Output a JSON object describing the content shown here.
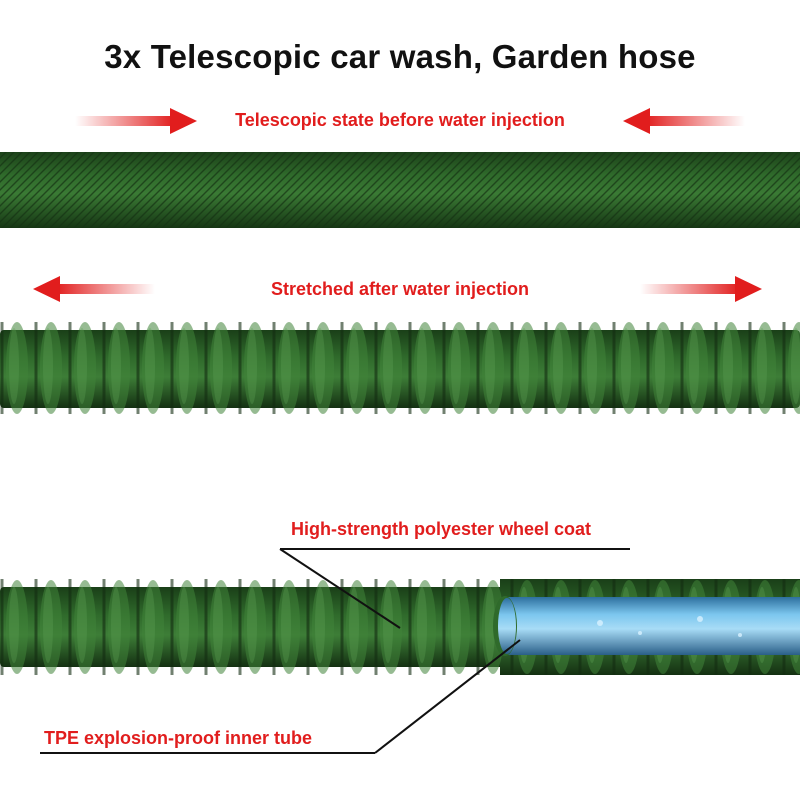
{
  "title": "3x Telescopic car wash, Garden hose",
  "captions": {
    "before": "Telescopic state before water injection",
    "after": "Stretched after water injection",
    "coat": "High-strength polyester wheel coat",
    "tube": "TPE explosion-proof inner tube"
  },
  "colors": {
    "hose_dark": "#1f4a1d",
    "hose_mid": "#2f6a2b",
    "hose_light": "#4c8c45",
    "arrow_red": "#e11d1d",
    "tube_blue": "#5fb0e0"
  }
}
